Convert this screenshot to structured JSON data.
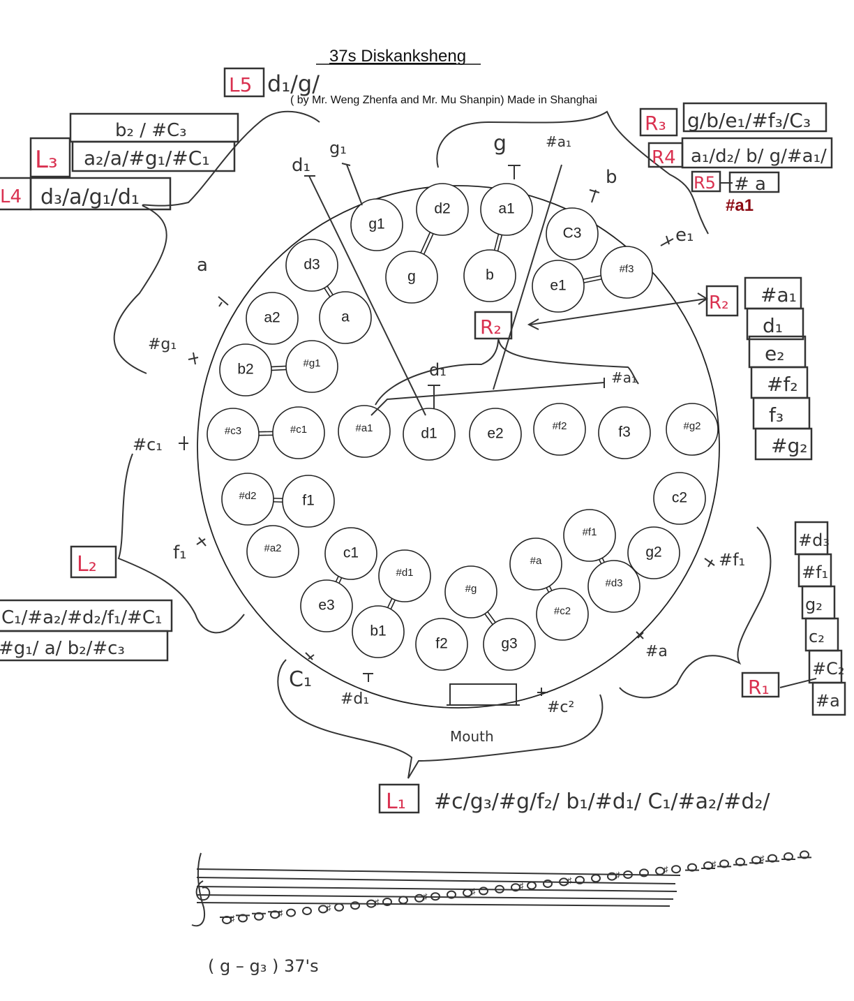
{
  "title": "37s Diskanksheng",
  "subtitle": "( by  Mr. Weng Zhenfa and Mr. Mu Shanpin) Made in Shanghai",
  "pipes": [
    "g1",
    "d2",
    "a1",
    "C3",
    "d3",
    "g",
    "b",
    "e1",
    "#f3",
    "a2",
    "a",
    "b2",
    "#g1",
    "#c3",
    "#c1",
    "#a1",
    "d1",
    "e2",
    "#f2",
    "f3",
    "#g2",
    "#d2",
    "f1",
    "c2",
    "#a2",
    "c1",
    "#f1",
    "g2",
    "#d1",
    "#a",
    "#d3",
    "e3",
    "#g",
    "#c2",
    "b1",
    "f2",
    "g3"
  ],
  "outer_labels": {
    "a": "a",
    "g1_left": "#g₁",
    "c1_left": "#c₁",
    "f1": "f₁",
    "C1": "C₁",
    "d1_bottom": "#d₁",
    "c2_bottom": "#c²",
    "a_right": "#a",
    "f1_right": "#f₁",
    "e1": "e₁",
    "b": "b",
    "a1_top": "#a₁",
    "g": "g",
    "g1_top": "g₁",
    "d1_top": "d₁",
    "d1_inner": "d₁",
    "a1_inner": "#a₁"
  },
  "mouth": "Mouth",
  "red_note": "#a1",
  "groups": {
    "L1": {
      "label": "L₁",
      "notes": "#c/g₃/#g/f₂/ b₁/#d₁/ C₁/#a₂/#d₂/"
    },
    "L2": {
      "label": "L₂",
      "rows": [
        "C₁/#a₂/#d₂/f₁/#C₁",
        "#g₁/ a/ b₂/#c₃"
      ]
    },
    "L3": {
      "label": "L₃",
      "rows": [
        "b₂ / #C₃",
        "a₂/a/#g₁/#C₁"
      ]
    },
    "L4": {
      "label": "L4",
      "notes": "d₃/a/g₁/d₁"
    },
    "L5": {
      "label": "L5",
      "notes": "d₁/g/"
    },
    "R1": {
      "label": "R₁",
      "cells": [
        "#d₃",
        "#f₁",
        "g₂",
        "c₂",
        "#C₂",
        "#a"
      ]
    },
    "R2": {
      "label": "R₂",
      "cells": [
        "#a₁",
        "d₁",
        "e₂",
        "#f₂",
        "f₃",
        "#g₂"
      ]
    },
    "R3": {
      "label": "R₃",
      "notes": "g/b/e₁/#f₃/C₃"
    },
    "R4": {
      "label": "R4",
      "notes": "a₁/d₂/ b/ g/#a₁/"
    },
    "R5": {
      "label": "R5",
      "notes": "# a"
    }
  },
  "range_note": "( g – g₃ )  37's",
  "colors": {
    "red": "#d9304f",
    "ink": "#333333",
    "dark_red": "#8b0a12"
  }
}
